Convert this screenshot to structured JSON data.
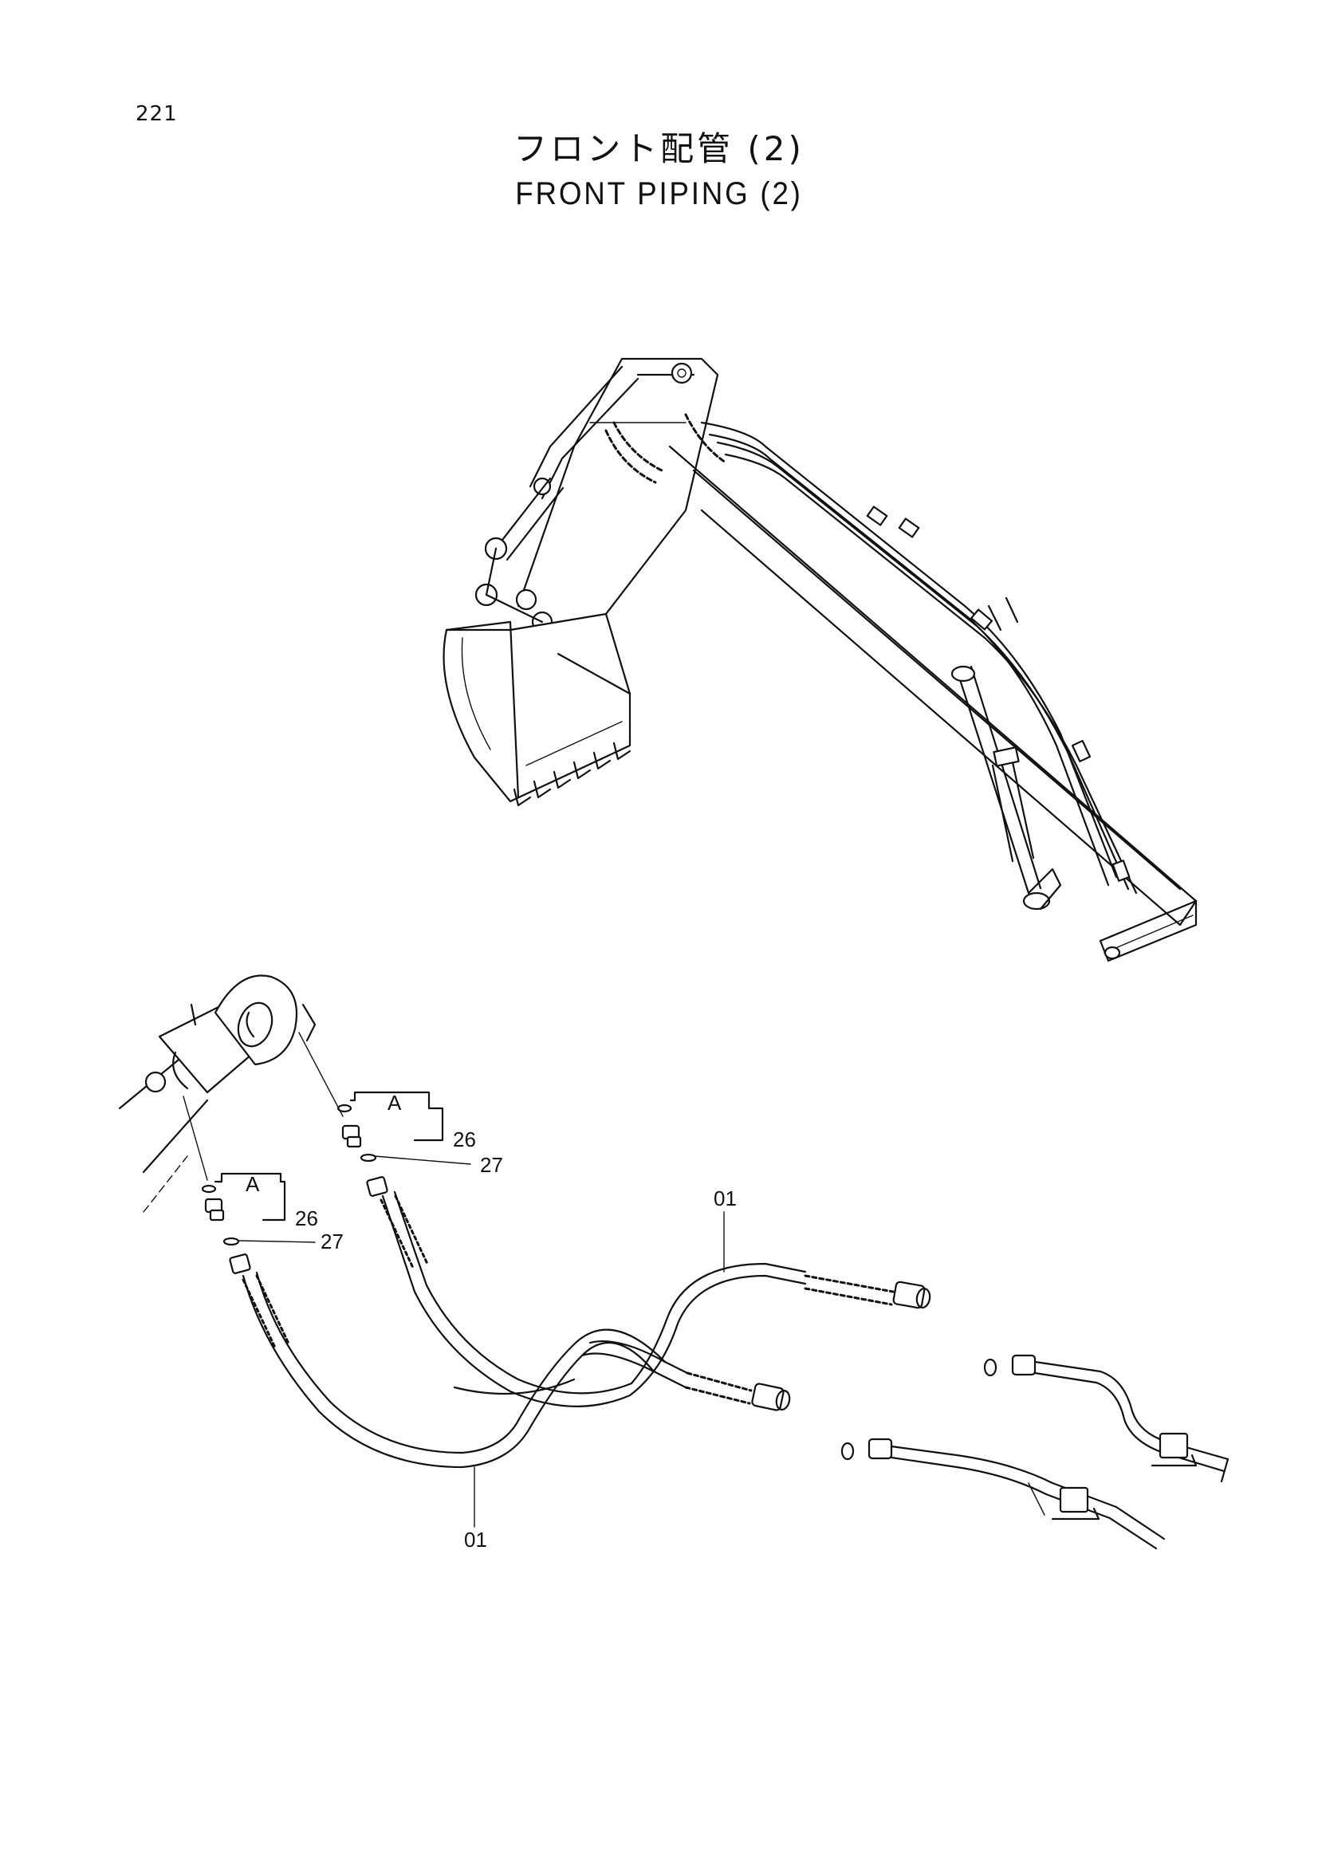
{
  "page": {
    "number": "221",
    "title_jp": "フロント配管 (2)",
    "title_en": "FRONT PIPING (2)"
  },
  "callouts": {
    "detail_a_upper": "A",
    "detail_a_lower": "A",
    "part_26_upper": "26",
    "part_27_upper": "27",
    "part_26_lower": "26",
    "part_27_lower": "27",
    "hose_01_upper": "01",
    "hose_01_lower": "01"
  }
}
